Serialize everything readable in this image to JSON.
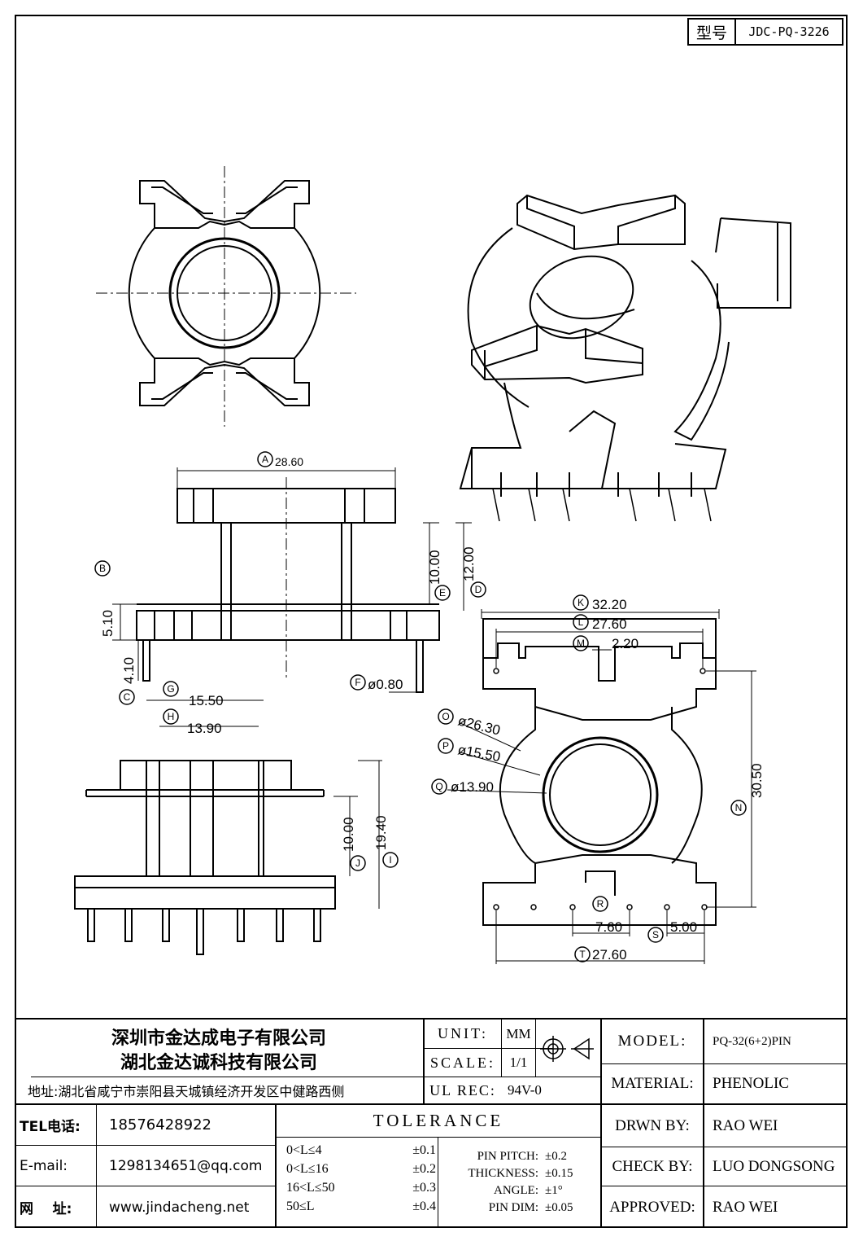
{
  "drawing_number": {
    "label": "型号",
    "value": "JDC-PQ-3226"
  },
  "dimensions": {
    "A": "28.60",
    "B": "5.10",
    "C": "4.10",
    "D": "12.00",
    "E": "10.00",
    "F": "ø0.80",
    "G": "15.50",
    "H": "13.90",
    "I": "19.40",
    "J": "10.00",
    "K": "32.20",
    "L": "27.60",
    "M": "2.20",
    "N": "30.50",
    "O": "ø26.30",
    "P": "ø15.50",
    "Q": "ø13.90",
    "R": "7.60",
    "S": "5.00",
    "T": "27.60"
  },
  "company": {
    "name1": "深圳市金达成电子有限公司",
    "name2": "湖北金达诚科技有限公司",
    "address": "地址:湖北省咸宁市崇阳县天城镇经济开发区中健路西侧"
  },
  "contact": {
    "tel_label": "TEL电话:",
    "tel": "18576428922",
    "email_label": "E-mail:",
    "email": "1298134651@qq.com",
    "web_label": "网    址:",
    "web": "www.jindacheng.net"
  },
  "specs": {
    "unit_label": "UNIT:",
    "unit": "MM",
    "scale_label": "SCALE:",
    "scale": "1/1",
    "ulrec_label": "UL REC:",
    "ulrec": "94V-0"
  },
  "tolerance": {
    "title": "TOLERANCE",
    "ranges": [
      {
        "range": "0<L≤4",
        "tol": "±0.1"
      },
      {
        "range": "0<L≤16",
        "tol": "±0.2"
      },
      {
        "range": "16<L≤50",
        "tol": "±0.3"
      },
      {
        "range": "50≤L",
        "tol": "±0.4"
      }
    ],
    "others": [
      {
        "label": "PIN PITCH:",
        "tol": "±0.2"
      },
      {
        "label": "THICKNESS:",
        "tol": "±0.15"
      },
      {
        "label": "ANGLE:",
        "tol": "±1°"
      },
      {
        "label": "PIN DIM:",
        "tol": "±0.05"
      }
    ]
  },
  "info": {
    "model_label": "MODEL:",
    "model": "PQ-32(6+2)PIN",
    "material_label": "MATERIAL:",
    "material": "PHENOLIC",
    "drawn_label": "DRWN BY:",
    "drawn": "RAO WEI",
    "check_label": "CHECK BY:",
    "check": "LUO DONGSONG",
    "approved_label": "APPROVED:",
    "approved": "RAO WEI"
  }
}
